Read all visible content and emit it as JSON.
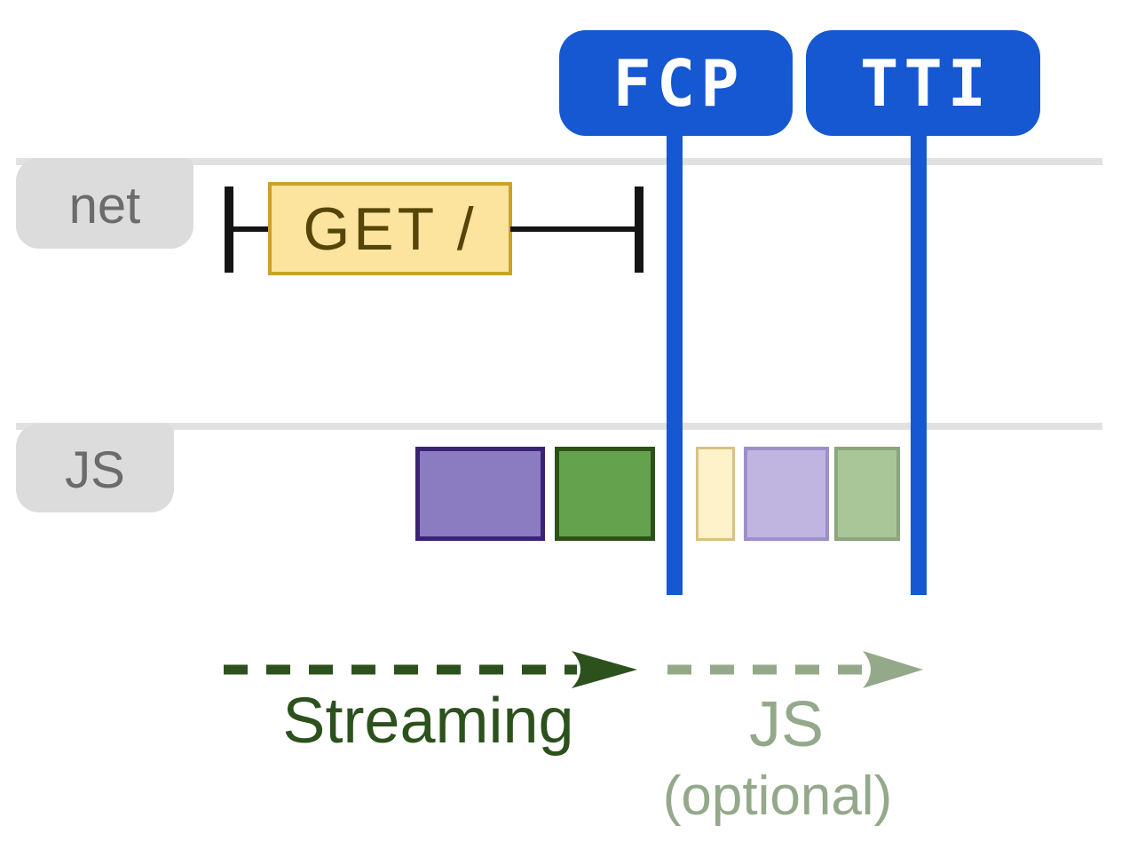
{
  "markers": [
    {
      "label": "FCP"
    },
    {
      "label": "TTI"
    }
  ],
  "lanes": [
    {
      "label": "net"
    },
    {
      "label": "JS"
    }
  ],
  "network": {
    "request_label": "GET /"
  },
  "js_tasks": [
    {
      "name": "task-purple-solid",
      "fill": "#8b7cc2",
      "border": "#3b2374"
    },
    {
      "name": "task-green-solid",
      "fill": "#65a24e",
      "border": "#2b5216"
    },
    {
      "name": "task-yellow-faded",
      "fill": "#fdf2ca",
      "border": "#d9c083"
    },
    {
      "name": "task-purple-faded",
      "fill": "#c0b5e1",
      "border": "#9b90c9"
    },
    {
      "name": "task-green-faded",
      "fill": "#a9c698",
      "border": "#8ba67c"
    }
  ],
  "phases": [
    {
      "label": "Streaming",
      "color": "#2c511d"
    },
    {
      "label": "JS",
      "sublabel": "(optional)",
      "color": "#94a98a"
    }
  ],
  "colors": {
    "accent_blue": "#1657d2",
    "lane_line": "#e1e1e1",
    "tab_bg": "#dcdcdc",
    "tab_text": "#6b6b6b",
    "request_fill": "#fce49e",
    "request_border": "#c9a22b",
    "request_text": "#564508",
    "whisker_black": "#151515"
  }
}
